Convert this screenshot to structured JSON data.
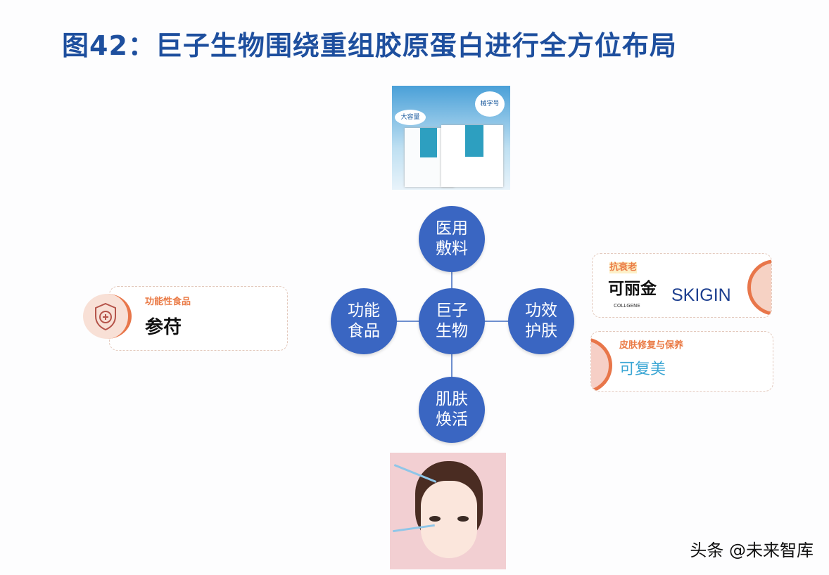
{
  "title": "图42：巨子生物围绕重组胶原蛋白进行全方位布局",
  "center": {
    "line1": "巨子",
    "line2": "生物"
  },
  "nodes": {
    "top": {
      "line1": "医用",
      "line2": "敷料"
    },
    "left": {
      "line1": "功能",
      "line2": "食品"
    },
    "right": {
      "line1": "功效",
      "line2": "护肤"
    },
    "bottom": {
      "line1": "肌肤",
      "line2": "焕活"
    }
  },
  "cards": {
    "food": {
      "tag": "功能性食品",
      "brand": "参苻"
    },
    "antiaging": {
      "tag": "抗衰老",
      "brand_cn": "可丽金",
      "brand_cn_sub": "COLLGENE",
      "brand_en": "SKIGIN"
    },
    "repair": {
      "tag": "皮肤修复与保养",
      "brand": "可复美"
    }
  },
  "product_image": {
    "badge1": "大容量",
    "badge2": "械字号"
  },
  "watermark": "头条 @未来智库",
  "colors": {
    "title": "#1e4f9e",
    "node": "#3a66c2",
    "accent": "#ea7a45"
  }
}
